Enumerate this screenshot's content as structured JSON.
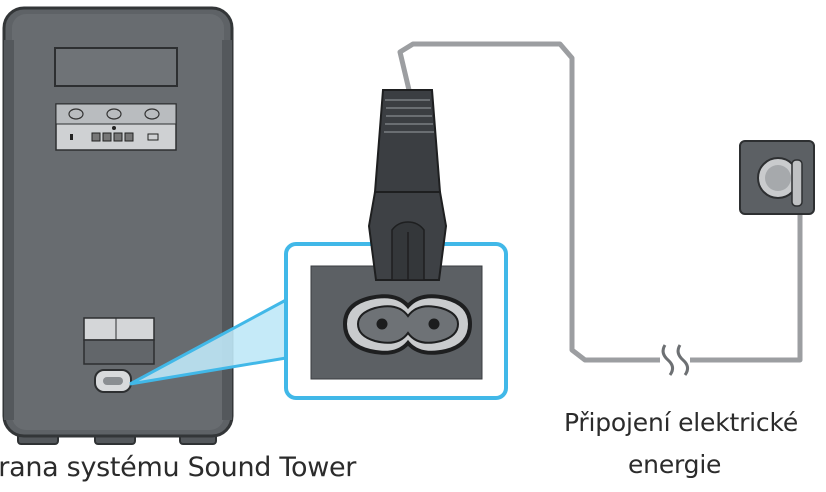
{
  "captions": {
    "device": "trana systému Sound Tower",
    "power_line_1": "Připojení elektrické",
    "power_line_2": "energie"
  },
  "colors": {
    "device_body": "#5e6266",
    "device_outline": "#3a3d40",
    "highlight": "#41b8e8",
    "cable": "#9c9ea1",
    "plug": "#3b3e42",
    "socket_panel": "#5c6064"
  },
  "icons": [
    "power-socket-icon",
    "power-plug-icon",
    "wall-outlet-icon",
    "cable-break-icon"
  ]
}
